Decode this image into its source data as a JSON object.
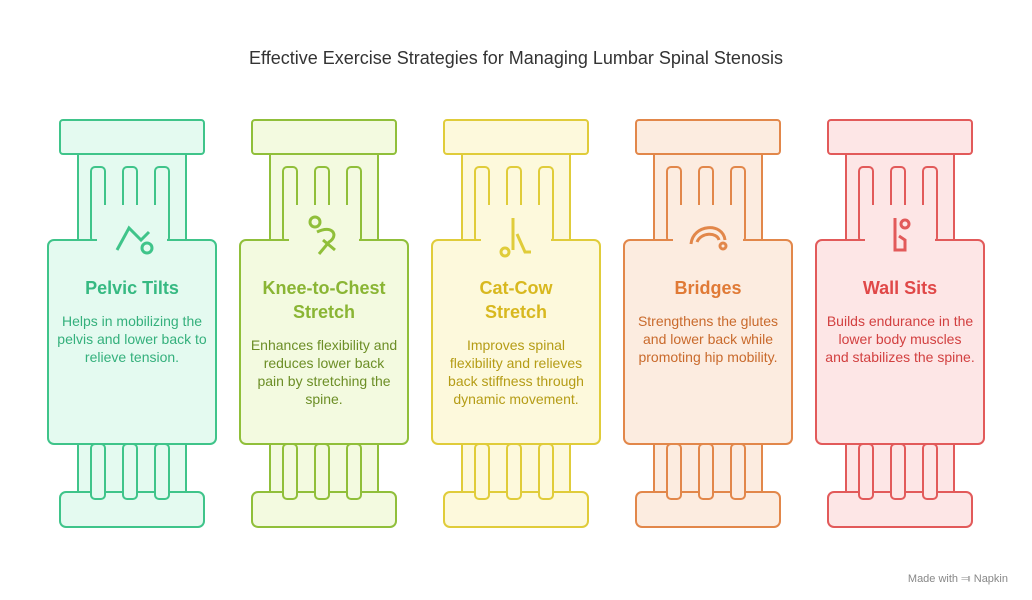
{
  "title": "Effective Exercise Strategies for Managing Lumbar Spinal Stenosis",
  "pillars": [
    {
      "name": "Pelvic Tilts",
      "desc": "Helps in mobilizing the pelvis and lower back to relieve tension.",
      "icon": "pelvic-tilt-icon",
      "stroke": "#3fc48a",
      "fill": "#e4faf0",
      "text": "#36b982",
      "desc_color": "#34b07c"
    },
    {
      "name": "Knee-to-Chest Stretch",
      "desc": "Enhances flexibility and reduces lower back pain by stretching the spine.",
      "icon": "knee-to-chest-icon",
      "stroke": "#90bf3a",
      "fill": "#f3fae0",
      "text": "#8ab534",
      "desc_color": "#6c8e26"
    },
    {
      "name": "Cat-Cow Stretch",
      "desc": "Improves spinal flexibility and relieves back stiffness through dynamic movement.",
      "icon": "cat-cow-icon",
      "stroke": "#e0cc3a",
      "fill": "#fdf9dc",
      "text": "#d8b81f",
      "desc_color": "#b59c16"
    },
    {
      "name": "Bridges",
      "desc": "Strengthens the glutes and lower back while promoting hip mobility.",
      "icon": "bridge-icon",
      "stroke": "#e2874a",
      "fill": "#fcece0",
      "text": "#e07a36",
      "desc_color": "#c96a2c"
    },
    {
      "name": "Wall Sits",
      "desc": "Builds endurance in the lower body muscles and stabilizes the spine.",
      "icon": "wall-sit-icon",
      "stroke": "#e25a5a",
      "fill": "#fde6e6",
      "text": "#e04848",
      "desc_color": "#d24040"
    }
  ],
  "footer": {
    "made_with": "Made with",
    "brand": "Napkin"
  }
}
